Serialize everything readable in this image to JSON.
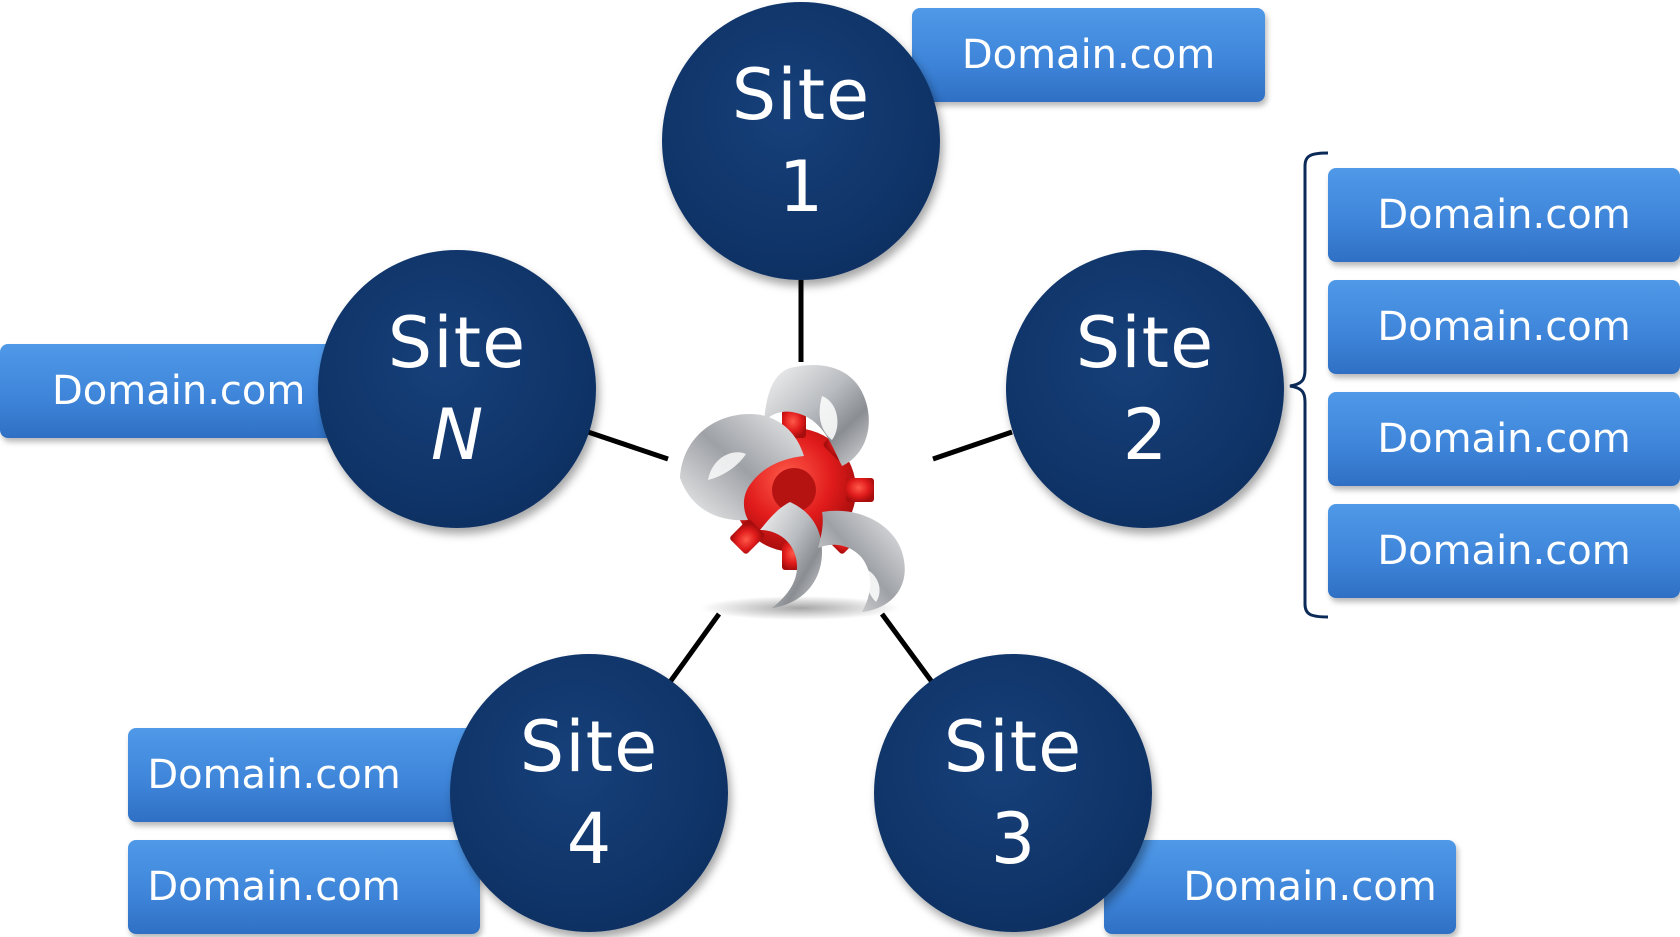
{
  "sites": [
    {
      "id": "site-1",
      "label": "Site",
      "number": "1",
      "italic": false
    },
    {
      "id": "site-2",
      "label": "Site",
      "number": "2",
      "italic": false
    },
    {
      "id": "site-3",
      "label": "Site",
      "number": "3",
      "italic": false
    },
    {
      "id": "site-4",
      "label": "Site",
      "number": "4",
      "italic": false
    },
    {
      "id": "site-n",
      "label": "Site",
      "number": "N",
      "italic": true
    }
  ],
  "domains": {
    "site1": [
      "Domain.com"
    ],
    "site2": [
      "Domain.com",
      "Domain.com",
      "Domain.com",
      "Domain.com"
    ],
    "site3": [
      "Domain.com"
    ],
    "site4": [
      "Domain.com",
      "Domain.com"
    ],
    "siteN": [
      "Domain.com"
    ]
  },
  "colors": {
    "site_circle": "#0f3468",
    "domain_box": "#3f86da",
    "hub_gear": "#e01b1b",
    "connector": "#000000"
  },
  "icons": {
    "hub": "red-gear-with-silver-ribbon-icon"
  }
}
